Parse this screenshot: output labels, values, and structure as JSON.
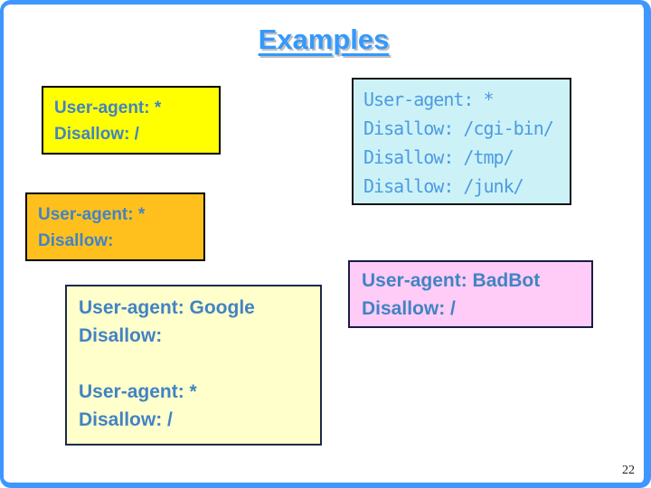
{
  "slide": {
    "title": "Examples",
    "page_number": "22"
  },
  "boxes": {
    "disallow_all": {
      "lines": [
        "User-agent: *",
        "Disallow: /"
      ]
    },
    "disallow_paths": {
      "lines": [
        "User-agent: *",
        "Disallow: /cgi-bin/",
        "Disallow: /tmp/",
        "Disallow: /junk/"
      ]
    },
    "allow_all": {
      "lines": [
        "User-agent: *",
        "Disallow:"
      ]
    },
    "google": {
      "lines": [
        "User-agent: Google",
        "Disallow:",
        "",
        "User-agent: *",
        "Disallow: /"
      ]
    },
    "badbot": {
      "lines": [
        "User-agent: BadBot",
        "Disallow: /"
      ]
    }
  },
  "colors": {
    "frame_blue": "#3E97FF",
    "title_blue": "#3399FF",
    "code_text_blue": "#4283C4",
    "yellow_box": "#FFFF00",
    "cyan_box": "#CCF2F8",
    "orange_box": "#FFC01D",
    "cream_box": "#FFFFCC",
    "pink_box": "#FFCCF7"
  }
}
